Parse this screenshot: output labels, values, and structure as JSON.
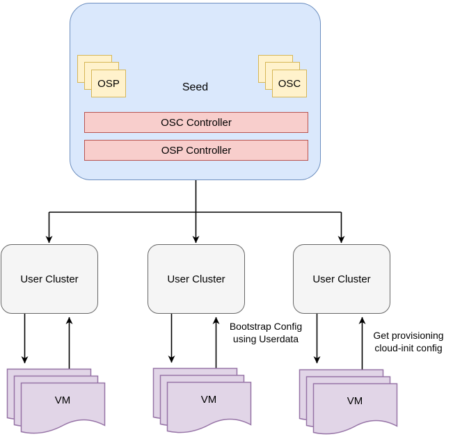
{
  "seed": {
    "label": "Seed",
    "osp_label": "OSP",
    "osc_label": "OSC",
    "controllers": [
      {
        "label": "OSC Controller"
      },
      {
        "label": "OSP Controller"
      }
    ]
  },
  "clusters": [
    {
      "label": "User Cluster"
    },
    {
      "label": "User Cluster"
    },
    {
      "label": "User Cluster"
    }
  ],
  "vm_stacks": [
    {
      "label": "VM"
    },
    {
      "label": "VM"
    },
    {
      "label": "VM"
    }
  ],
  "annotations": [
    {
      "line1": "Bootstrap Config",
      "line2": "using Userdata"
    },
    {
      "line1": "Get provisioning",
      "line2": "cloud-init config"
    }
  ],
  "colors": {
    "seed_fill": "#dae8fc",
    "seed_stroke": "#6c8ebf",
    "note_fill": "#fff2cc",
    "note_stroke": "#d6b656",
    "controller_fill": "#f8cecc",
    "controller_stroke": "#b85450",
    "cluster_fill": "#f5f5f5",
    "cluster_stroke": "#666666",
    "vm_fill": "#e1d5e7",
    "vm_stroke": "#9673a6",
    "connector": "#000000"
  }
}
